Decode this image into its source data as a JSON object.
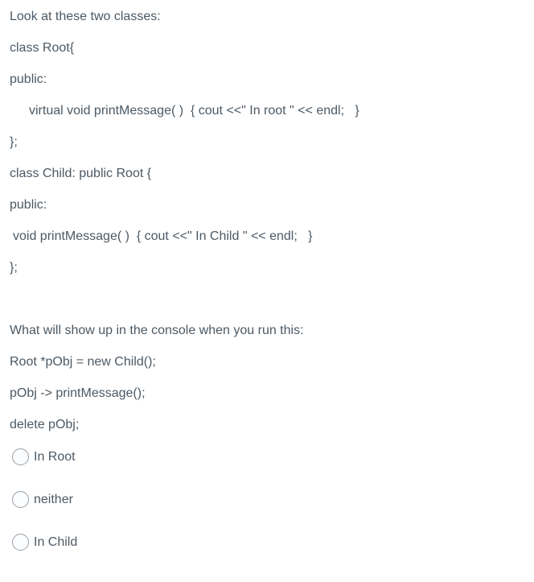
{
  "question": {
    "intro": "Look at these two classes:",
    "lines": [
      "class Root{",
      "public:",
      "virtual void printMessage( )  { cout <<\" In root \" << endl;   }",
      "};",
      "class Child: public Root {",
      "public:",
      "void printMessage( )  { cout <<\" In Child \" << endl;   }",
      "};"
    ],
    "prompt": "What will show up in the console when you run this:",
    "run_lines": [
      "Root *pObj = new Child();",
      "pObj -> printMessage();",
      "delete pObj;"
    ],
    "options": [
      {
        "label": "In Root",
        "selected": false
      },
      {
        "label": "neither",
        "selected": false
      },
      {
        "label": "In Child",
        "selected": false
      }
    ]
  },
  "colors": {
    "background": "#ffffff",
    "text": "#4c5964",
    "radio_border": "#97a0a8",
    "radio_fill": "#fbfcfd"
  }
}
